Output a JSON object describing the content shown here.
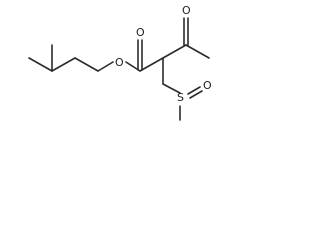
{
  "molecule": {
    "atoms": {
      "ester_oxygen": "O",
      "carbonyl_oxygen_ester": "O",
      "carbonyl_oxygen_ketone": "O",
      "sulfur": "S",
      "sulfoxide_oxygen": "O"
    }
  }
}
